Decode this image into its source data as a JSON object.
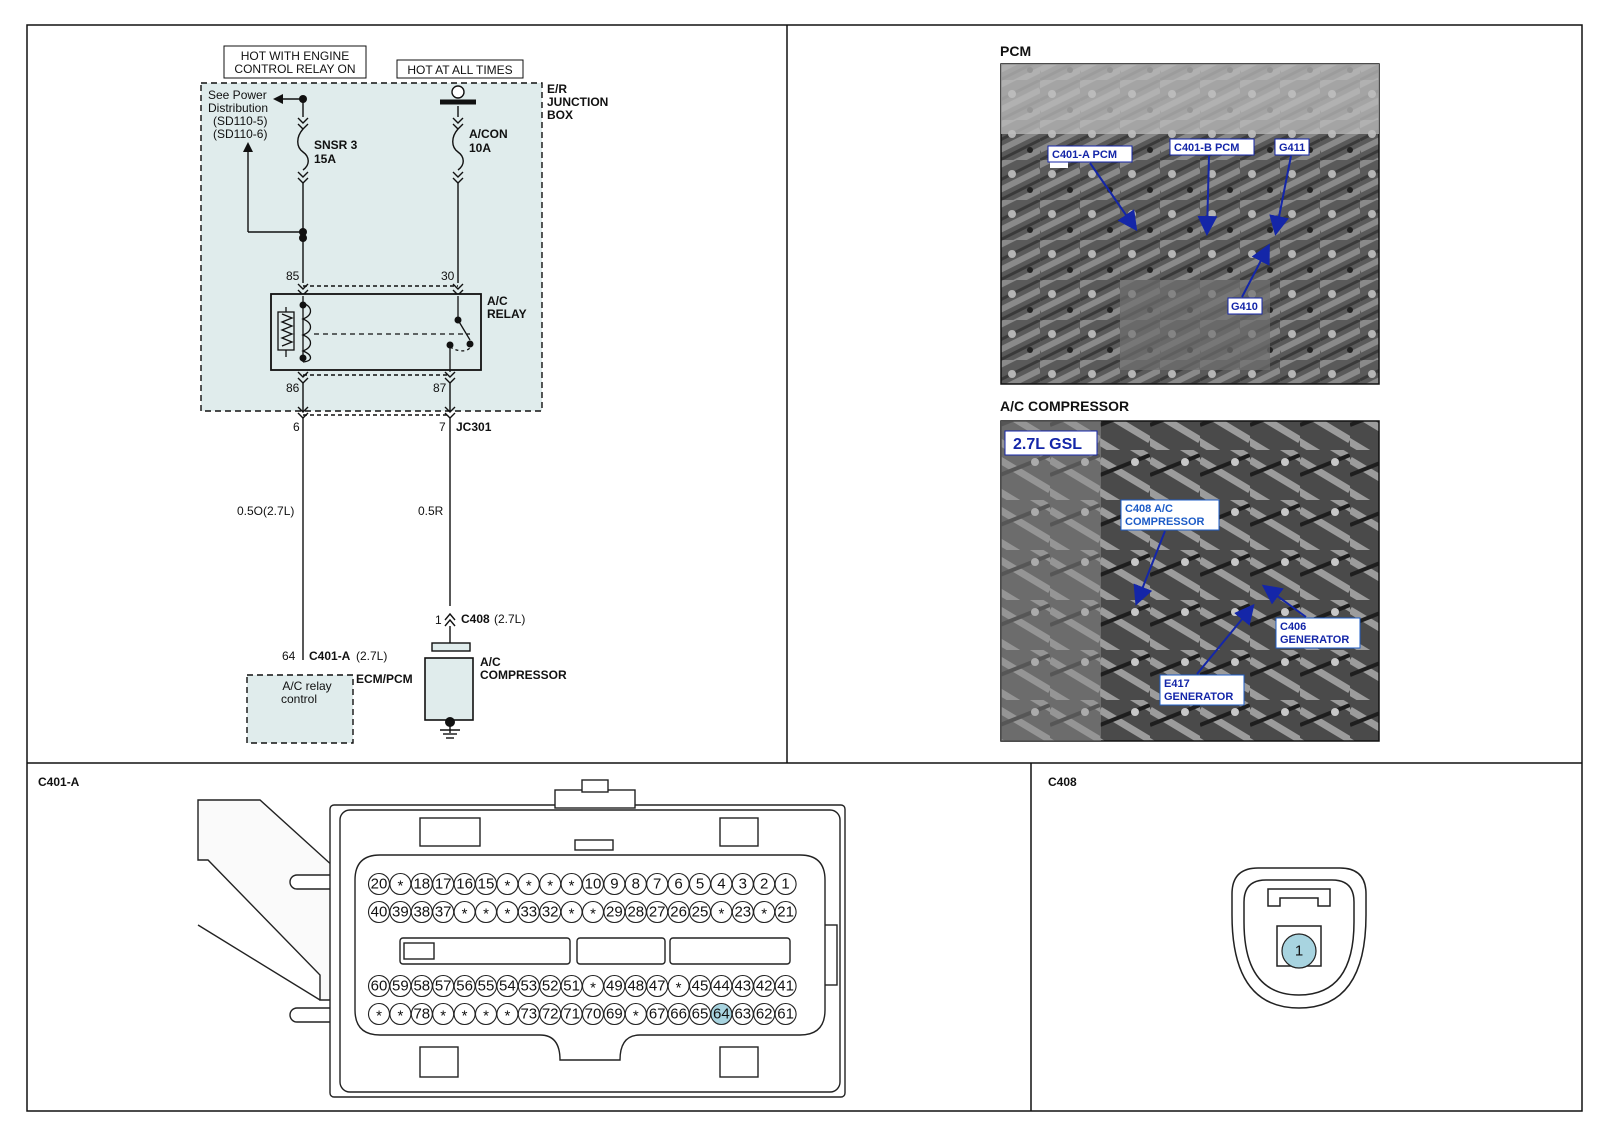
{
  "schematic": {
    "supply_hot_relay": [
      "HOT WITH ENGINE",
      "CONTROL RELAY ON"
    ],
    "supply_hot_always": "HOT AT ALL TIMES",
    "junction_box": [
      "E/R",
      "JUNCTION",
      "BOX"
    ],
    "see_power": [
      "See Power",
      "Distribution",
      "(SD110-5)",
      "(SD110-6)"
    ],
    "fuse1": {
      "name": "SNSR 3",
      "rating": "15A"
    },
    "fuse2": {
      "name": "A/CON",
      "rating": "10A"
    },
    "relay_name": [
      "A/C",
      "RELAY"
    ],
    "relay_pins": {
      "p85": "85",
      "p30": "30",
      "p86": "86",
      "p87": "87"
    },
    "jc_pins": {
      "left": "6",
      "right": "7",
      "name": "JC301"
    },
    "wire_left": "0.5O(2.7L)",
    "wire_right": "0.5R",
    "c408": {
      "pin": "1",
      "name": "C408",
      "variant": "(2.7L)"
    },
    "c401a": {
      "pin": "64",
      "name": "C401-A",
      "variant": "(2.7L)"
    },
    "ecm": {
      "box": [
        "A/C relay",
        "control"
      ],
      "name": "ECM/PCM"
    },
    "compressor": [
      "A/C",
      "COMPRESSOR"
    ]
  },
  "photos": {
    "pcm": {
      "title": "PCM",
      "callouts": [
        "C401-A PCM",
        "C401-B PCM",
        "G411",
        "G410"
      ]
    },
    "compressor": {
      "title": "A/C COMPRESSOR",
      "badge": "2.7L GSL",
      "callouts": [
        [
          "C408 A/C",
          "COMPRESSOR"
        ],
        [
          "C406",
          "GENERATOR"
        ],
        [
          "E417",
          "GENERATOR"
        ]
      ]
    }
  },
  "connectors": {
    "c401a": {
      "title": "C401-A",
      "row1": [
        "20",
        "*",
        "18",
        "17",
        "16",
        "15",
        "*",
        "*",
        "*",
        "*",
        "10",
        "9",
        "8",
        "7",
        "6",
        "5",
        "4",
        "3",
        "2",
        "1"
      ],
      "row2": [
        "40",
        "39",
        "38",
        "37",
        "*",
        "*",
        "*",
        "33",
        "32",
        "*",
        "*",
        "29",
        "28",
        "27",
        "26",
        "25",
        "*",
        "23",
        "*",
        "21"
      ],
      "row3": [
        "60",
        "59",
        "58",
        "57",
        "56",
        "55",
        "54",
        "53",
        "52",
        "51",
        "*",
        "49",
        "48",
        "47",
        "*",
        "45",
        "44",
        "43",
        "42",
        "41"
      ],
      "row4": [
        "*",
        "*",
        "78",
        "*",
        "*",
        "*",
        "*",
        "73",
        "72",
        "71",
        "70",
        "69",
        "*",
        "67",
        "66",
        "65",
        "64",
        "63",
        "62",
        "61"
      ],
      "highlight": "64"
    },
    "c408": {
      "title": "C408",
      "pin": "1"
    }
  },
  "colors": {
    "highlight": "#a8d4e0",
    "box_fill": "#e0ecec",
    "callout_blue": "#1426a8"
  }
}
